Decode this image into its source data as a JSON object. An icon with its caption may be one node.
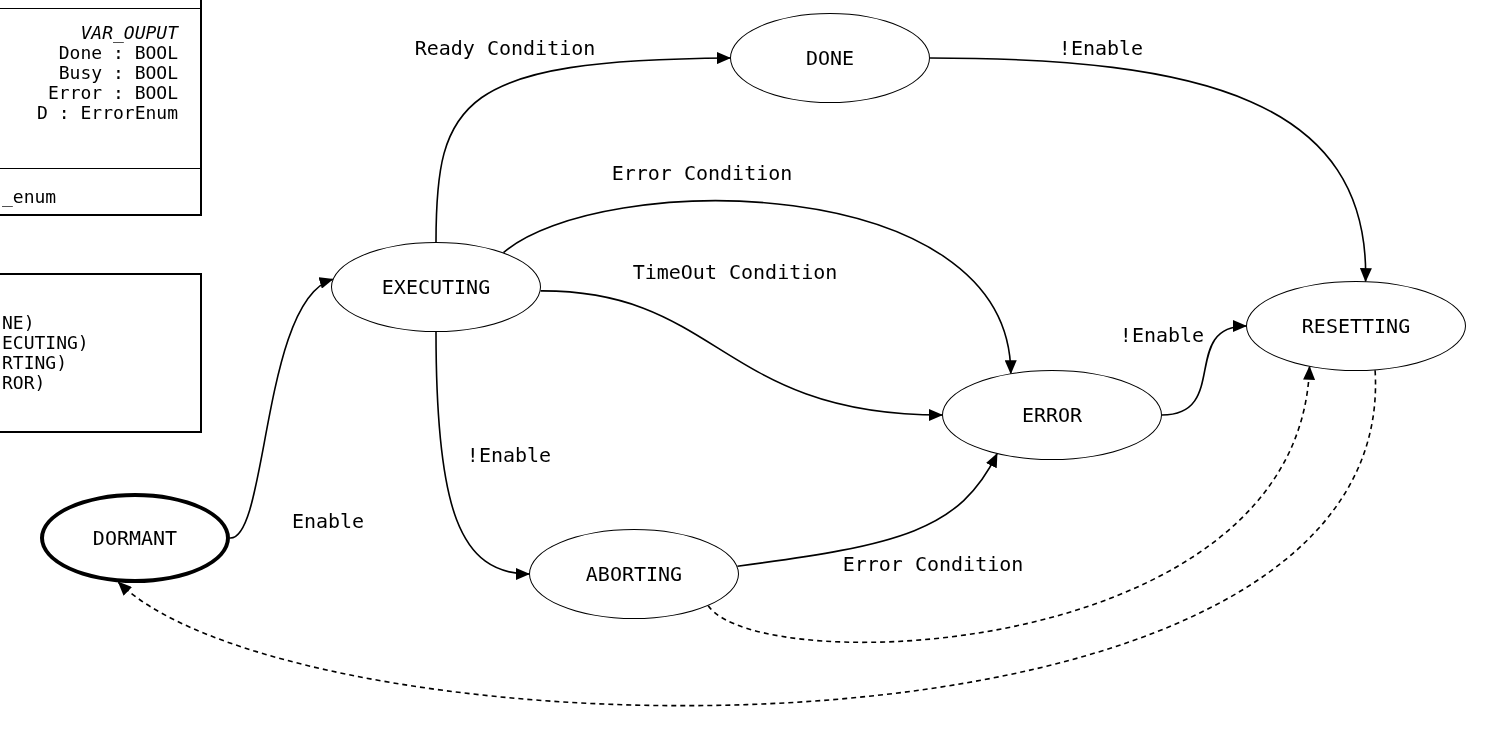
{
  "diagram": {
    "nodes": [
      {
        "text": [
          "VAR_OUPUT",
          "Done : BOOL",
          "Busy : BOOL",
          "Error : BOOL",
          "D : ErrorEnum",
          "_enum"
        ]
      },
      {
        "text": [
          "NE)",
          "ECUTING)",
          "RTING)",
          "ROR)"
        ]
      },
      {
        "text": [
          "DORMANT"
        ]
      },
      {
        "text": [
          "EXECUTING"
        ]
      },
      {
        "text": [
          "DONE"
        ]
      },
      {
        "text": [
          "ERROR"
        ]
      },
      {
        "text": [
          "ABORTING"
        ]
      },
      {
        "text": [
          "RESETTING"
        ]
      }
    ],
    "edges": [
      {
        "from": 2,
        "to": 3,
        "arrow": "to",
        "label": "Enable"
      },
      {
        "from": 3,
        "to": 4,
        "arrow": "to",
        "label": "Ready Condition"
      },
      {
        "from": 3,
        "to": 5,
        "arrow": "to",
        "label": "Error Condition"
      },
      {
        "from": 3,
        "to": 5,
        "arrow": "to",
        "label": "TimeOut Condition"
      },
      {
        "from": 3,
        "to": 6,
        "arrow": "to",
        "label": "!Enable"
      },
      {
        "from": 4,
        "to": 7,
        "arrow": "to",
        "label": "!Enable"
      },
      {
        "from": 5,
        "to": 7,
        "arrow": "to",
        "label": "!Enable"
      },
      {
        "from": 6,
        "to": 5,
        "arrow": "to",
        "label": "Error Condition"
      },
      {
        "from": 6,
        "to": 7,
        "arrow": "to",
        "style": "dashed"
      },
      {
        "from": 7,
        "to": 2,
        "arrow": "to",
        "style": "dashed"
      }
    ]
  }
}
